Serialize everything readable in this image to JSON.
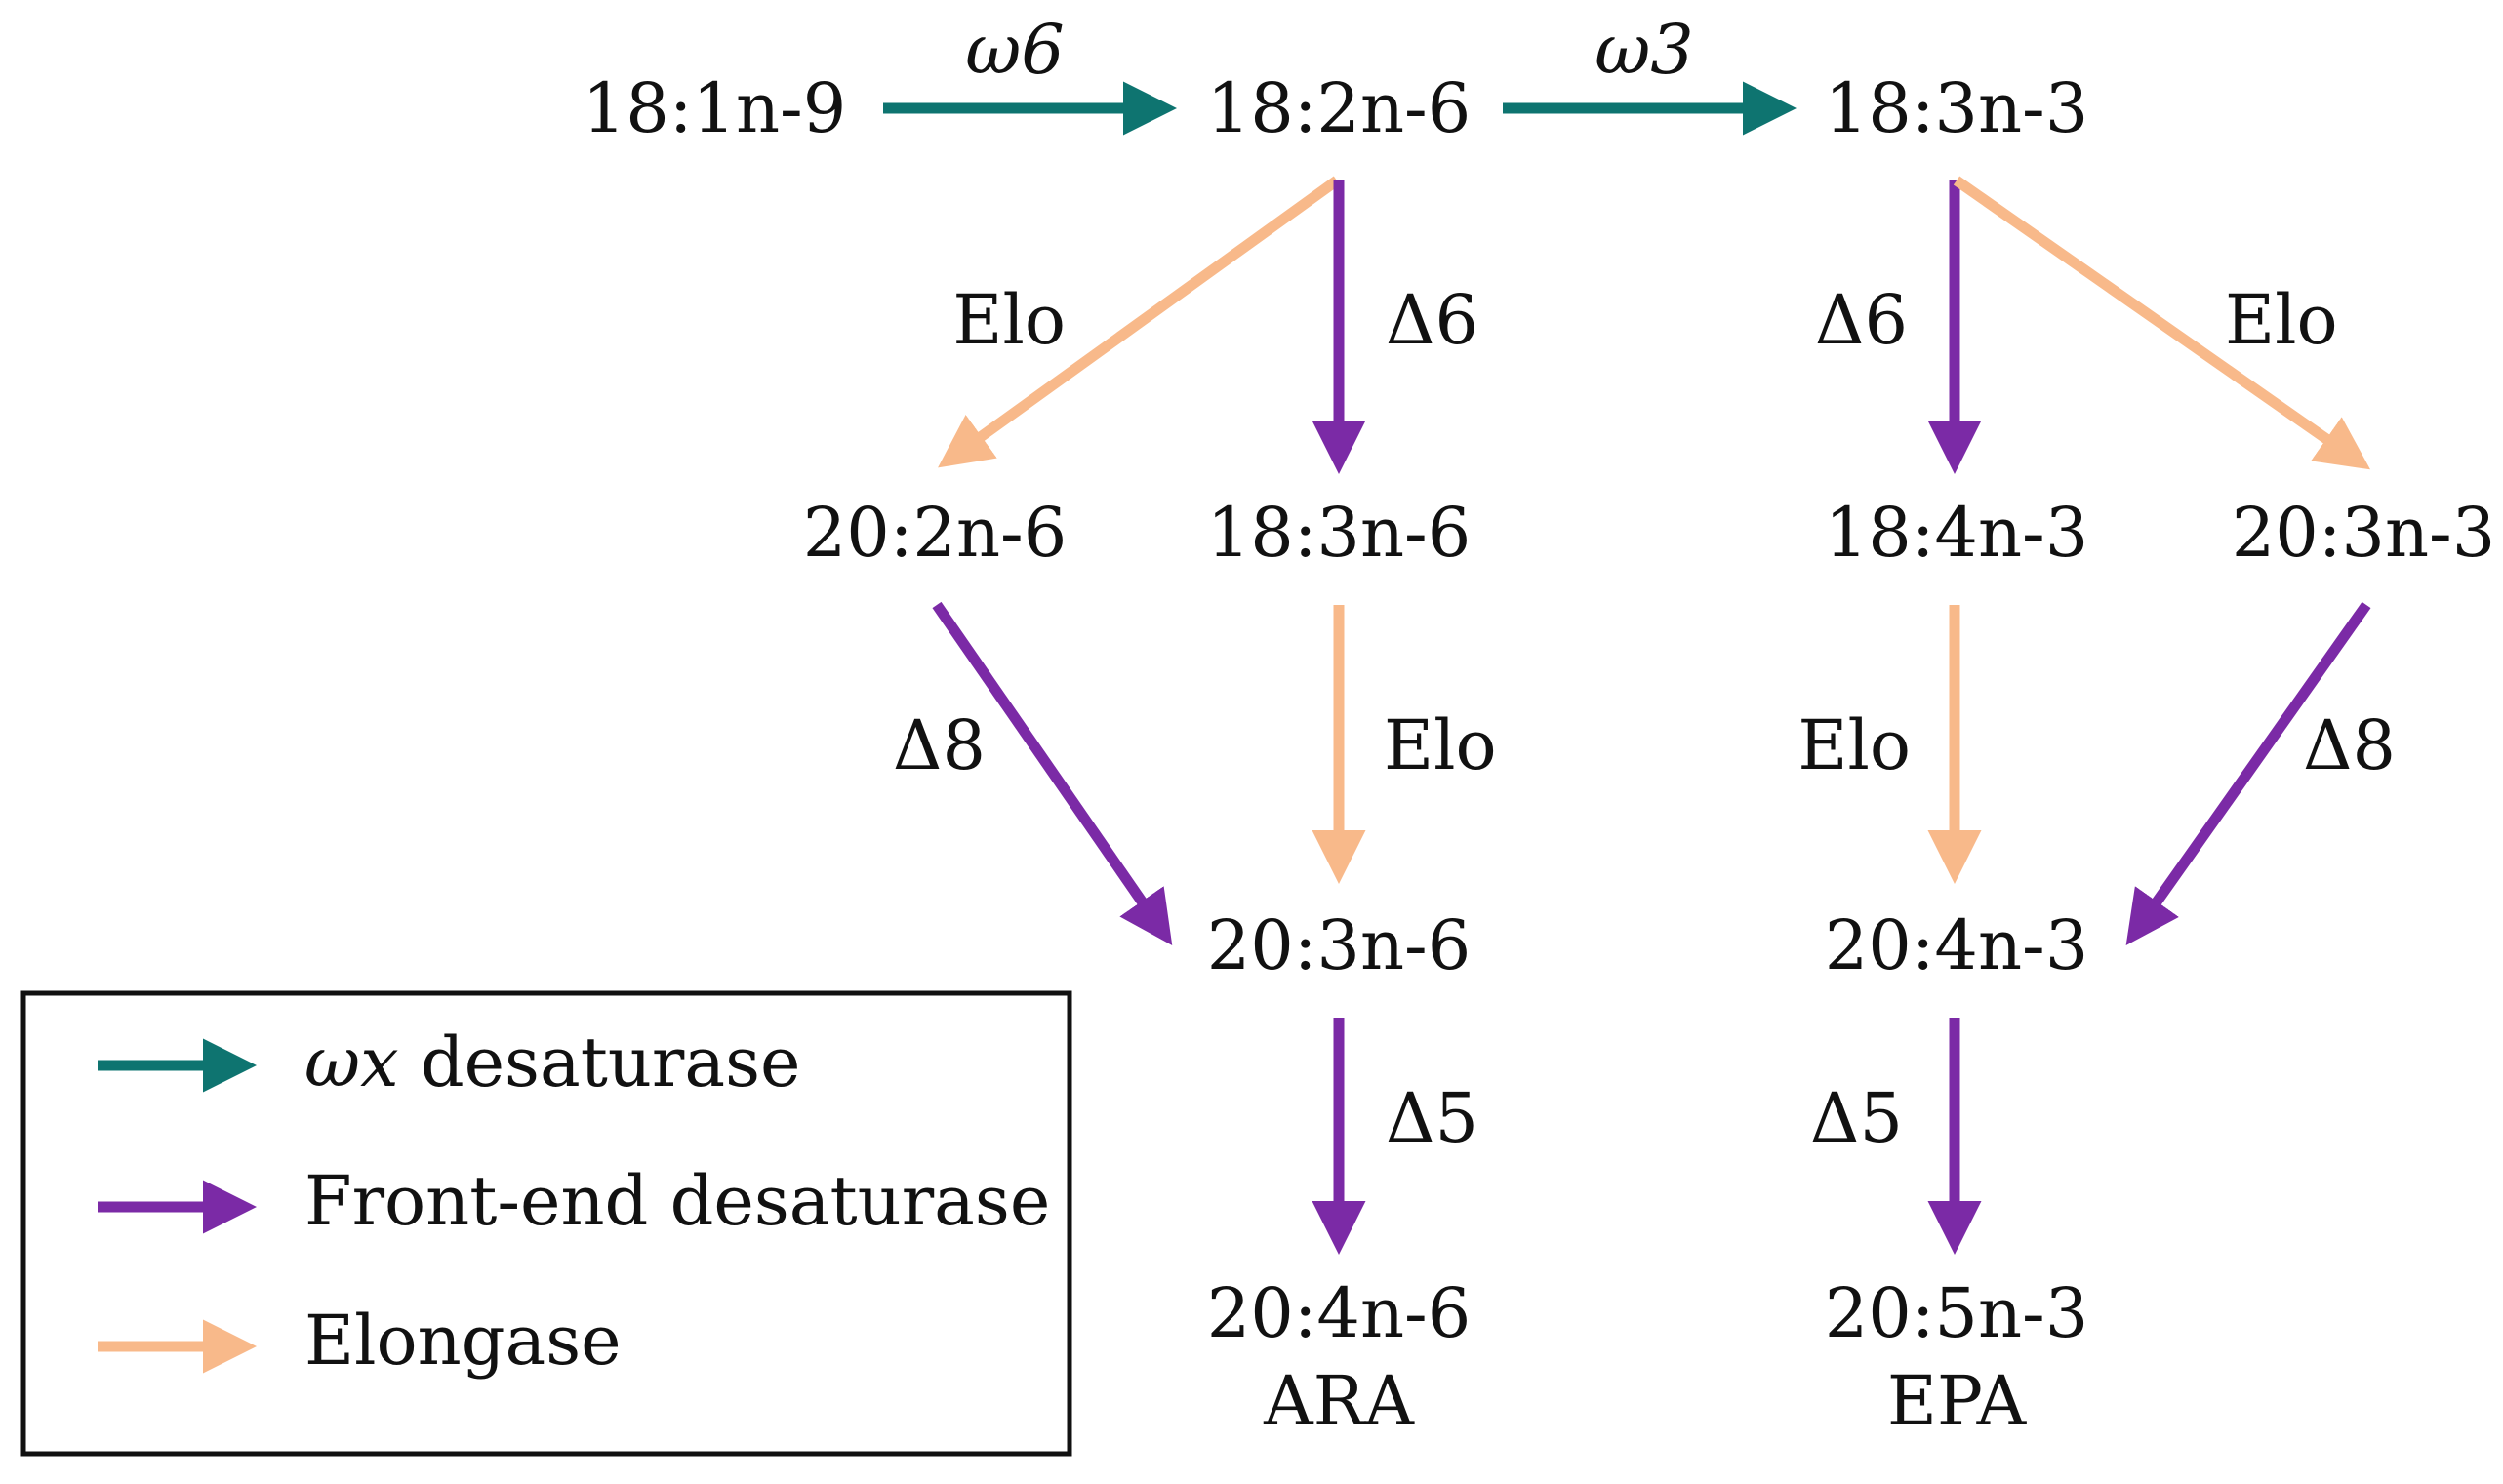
{
  "colors": {
    "omega": "#0e7470",
    "front_end": "#7b2aa6",
    "elongase": "#f8b98a",
    "text": "#111111"
  },
  "nodes": {
    "n18_1n9": "18:1n-9",
    "n18_2n6": "18:2n-6",
    "n18_3n3": "18:3n-3",
    "n20_2n6": "20:2n-6",
    "n18_3n6": "18:3n-6",
    "n18_4n3": "18:4n-3",
    "n20_3n3": "20:3n-3",
    "n20_3n6": "20:3n-6",
    "n20_4n3": "20:4n-3",
    "n20_4n6": "20:4n-6",
    "ara": "ARA",
    "n20_5n3": "20:5n-3",
    "epa": "EPA"
  },
  "enzymes": {
    "w6": "ω6",
    "w3": "ω3",
    "elo_18_2_to_20_2": "Elo",
    "d6_18_2": "Δ6",
    "d6_18_3n3": "Δ6",
    "elo_18_3n3_to_20_3": "Elo",
    "d8_20_2": "Δ8",
    "elo_18_3n6": "Elo",
    "elo_18_4n3": "Elo",
    "d8_20_3n3": "Δ8",
    "d5_20_3n6": "Δ5",
    "d5_20_4n3": "Δ5"
  },
  "legend": {
    "omega_symbol": "ωx",
    "omega_text": " desaturase",
    "front_end": "Front-end desaturase",
    "elongase": "Elongase"
  }
}
